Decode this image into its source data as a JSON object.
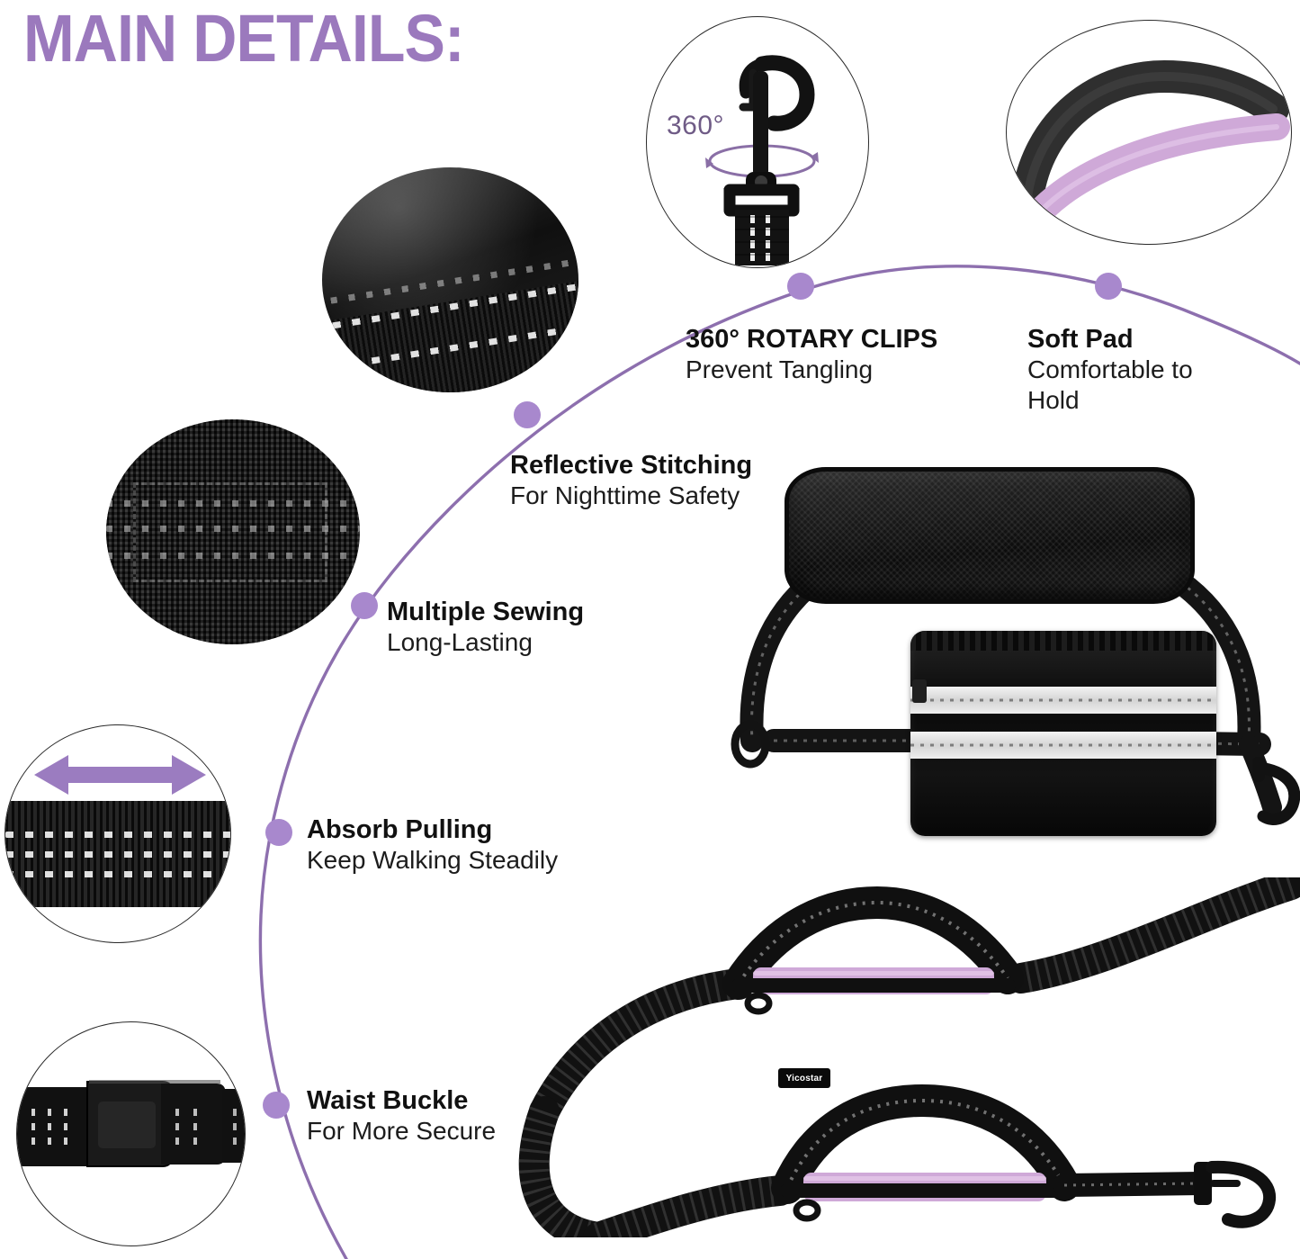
{
  "title": "MAIN DETAILS:",
  "theme": {
    "purple": "#9b79bd",
    "purple_node": "#a888cd",
    "purple_line": "#8d6fae",
    "lavender_pad": "#cfa9d8",
    "black": "#111111"
  },
  "callouts": [
    {
      "id": "rotary-clips",
      "headline": "360°  ROTARY CLIPS",
      "sub": "Prevent Tangling"
    },
    {
      "id": "soft-pad",
      "headline": "Soft Pad",
      "sub": "Comfortable to Hold"
    },
    {
      "id": "reflective-stitching",
      "headline": "Reflective Stitching",
      "sub": "For Nighttime Safety"
    },
    {
      "id": "multiple-sewing",
      "headline": "Multiple Sewing",
      "sub": "Long-Lasting"
    },
    {
      "id": "absorb-pulling",
      "headline": "Absorb Pulling",
      "sub": "Keep Walking Steadily"
    },
    {
      "id": "waist-buckle",
      "headline": "Waist Buckle",
      "sub": "For More Secure"
    }
  ],
  "detail_circles": [
    {
      "id": "reflective-stitching-photo",
      "caption_ref": "reflective-stitching"
    },
    {
      "id": "rotary-clip-photo",
      "caption_ref": "rotary-clips",
      "badge": "360°"
    },
    {
      "id": "soft-pad-photo",
      "caption_ref": "soft-pad"
    },
    {
      "id": "multiple-sewing-photo",
      "caption_ref": "multiple-sewing"
    },
    {
      "id": "absorb-pulling-photo",
      "caption_ref": "absorb-pulling"
    },
    {
      "id": "waist-buckle-photo",
      "caption_ref": "waist-buckle"
    }
  ],
  "product": {
    "brand": "Yicostar",
    "items": [
      "waist-pack-with-padded-belt",
      "bungee-dog-leash-with-two-padded-handles"
    ]
  },
  "icons": {
    "rotation_badge": "360°",
    "stretch_arrow": "double-headed-arrow-icon"
  }
}
